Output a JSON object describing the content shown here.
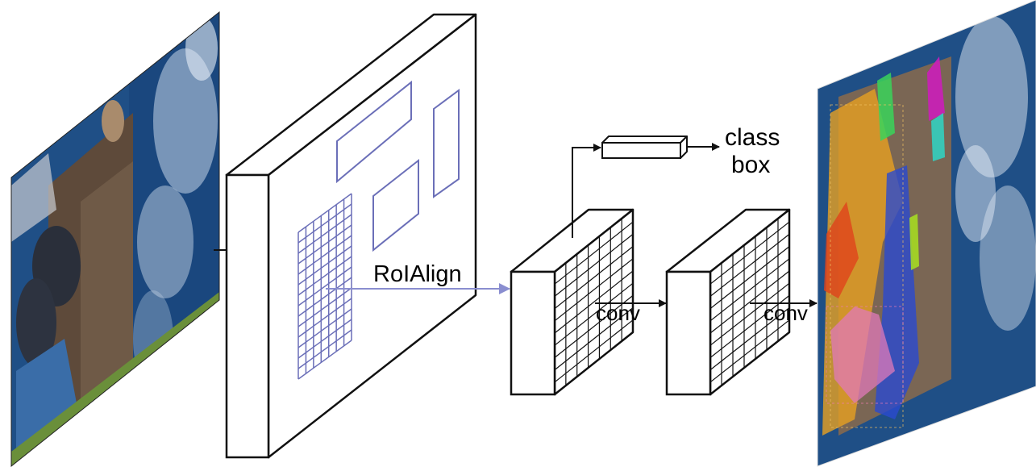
{
  "labels": {
    "roi_align": "RoIAlign",
    "conv_1": "conv",
    "conv_2": "conv",
    "class": "class",
    "box": "box"
  },
  "colors": {
    "roi": "#6b6fb8",
    "stroke": "#111111",
    "sea": "#1f4f86",
    "deck": "#5e4a3a",
    "mask_orange": "#e7a020",
    "mask_blue": "#2a4ad0",
    "mask_pink": "#e07ab8",
    "mask_green": "#39d35b",
    "mask_magenta": "#d01ac0",
    "mask_cyan": "#2fd6c6",
    "mask_red": "#e0421c",
    "mask_lime": "#a8e020"
  }
}
